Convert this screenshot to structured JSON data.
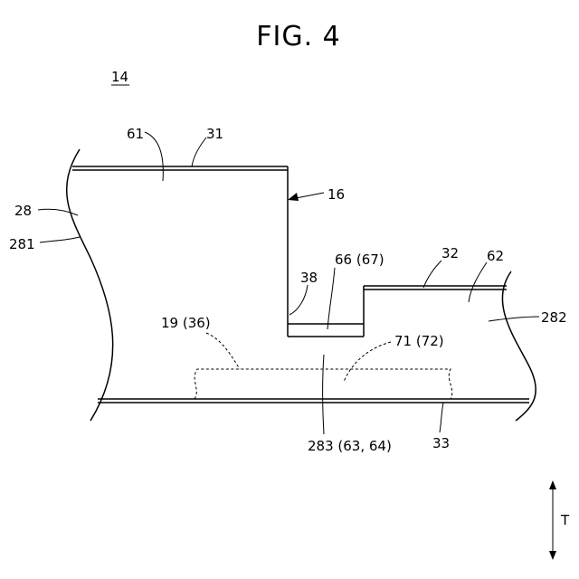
{
  "figure": {
    "title": "FIG. 4",
    "ref_number": "14",
    "labels": {
      "l61": "61",
      "l31": "31",
      "l16": "16",
      "l28": "28",
      "l281": "281",
      "l38": "38",
      "l66": "66 (67)",
      "l32": "32",
      "l62": "62",
      "l282": "282",
      "l19": "19 (36)",
      "l71": "71 (72)",
      "l283": "283 (63, 64)",
      "l33": "33",
      "lT": "T"
    }
  }
}
